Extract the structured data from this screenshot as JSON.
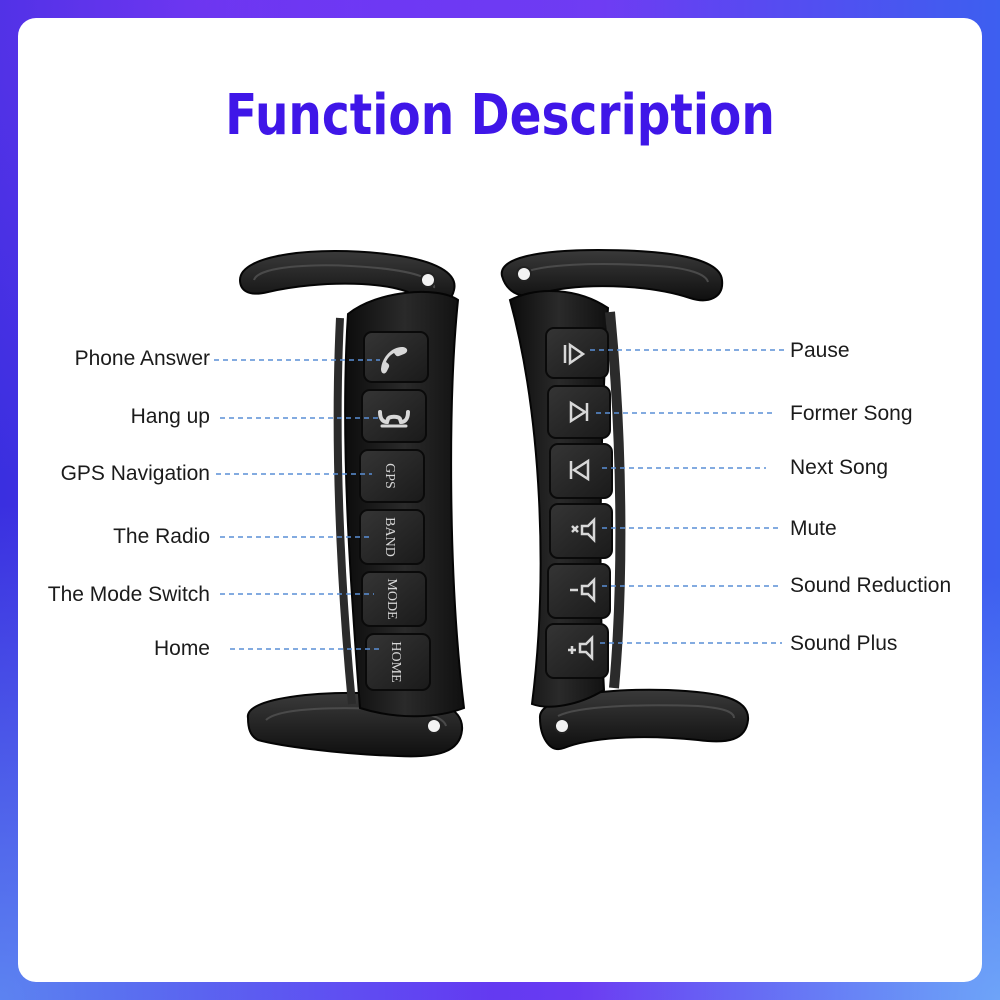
{
  "title": "Function Description",
  "colors": {
    "title": "#3f16e8",
    "leader_line": "#5a8fd6",
    "device": "#1e1e1e",
    "button_label": "#d8d8d8"
  },
  "left_functions": [
    {
      "label": "Phone Answer",
      "icon": "phone-answer-icon"
    },
    {
      "label": "Hang up",
      "icon": "hang-up-icon"
    },
    {
      "label": "GPS Navigation",
      "button_text": "GPS"
    },
    {
      "label": "The Radio",
      "button_text": "BAND"
    },
    {
      "label": "The Mode Switch",
      "button_text": "MODE"
    },
    {
      "label": "Home",
      "button_text": "HOME"
    }
  ],
  "right_functions": [
    {
      "label": "Pause",
      "icon": "play-pause-icon"
    },
    {
      "label": "Former Song",
      "icon": "previous-track-icon"
    },
    {
      "label": "Next Song",
      "icon": "next-track-icon"
    },
    {
      "label": "Mute",
      "icon": "mute-icon"
    },
    {
      "label": "Sound Reduction",
      "icon": "volume-down-icon"
    },
    {
      "label": "Sound Plus",
      "icon": "volume-up-icon"
    }
  ]
}
